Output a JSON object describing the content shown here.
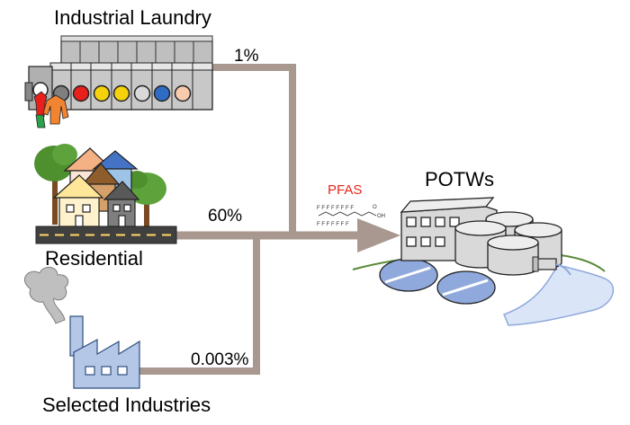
{
  "labels": {
    "laundry": "Industrial Laundry",
    "residential": "Residential",
    "industries": "Selected Industries",
    "potws": "POTWs",
    "pfas": "PFAS"
  },
  "percentages": {
    "laundry": "1%",
    "residential": "60%",
    "industries": "0.003%"
  },
  "colors": {
    "pipe": "#a89890",
    "pfas": "#e8251b",
    "factory": "#b4c7e7",
    "water": "#c7d7f0",
    "pond": "#8fa9dc"
  },
  "washer_door_colors": [
    "#ffffff",
    "#7f7f7f",
    "#e8201c",
    "#f5d20c",
    "#f5d20c",
    "#d9d9d9",
    "#2f6dc4",
    "#f8cbad"
  ],
  "icons": [
    "washing-machine-icon",
    "clothes-icon",
    "house-icon",
    "tree-icon",
    "road-icon",
    "factory-icon",
    "smoke-icon",
    "treatment-plant-icon",
    "pfas-molecule-icon"
  ]
}
